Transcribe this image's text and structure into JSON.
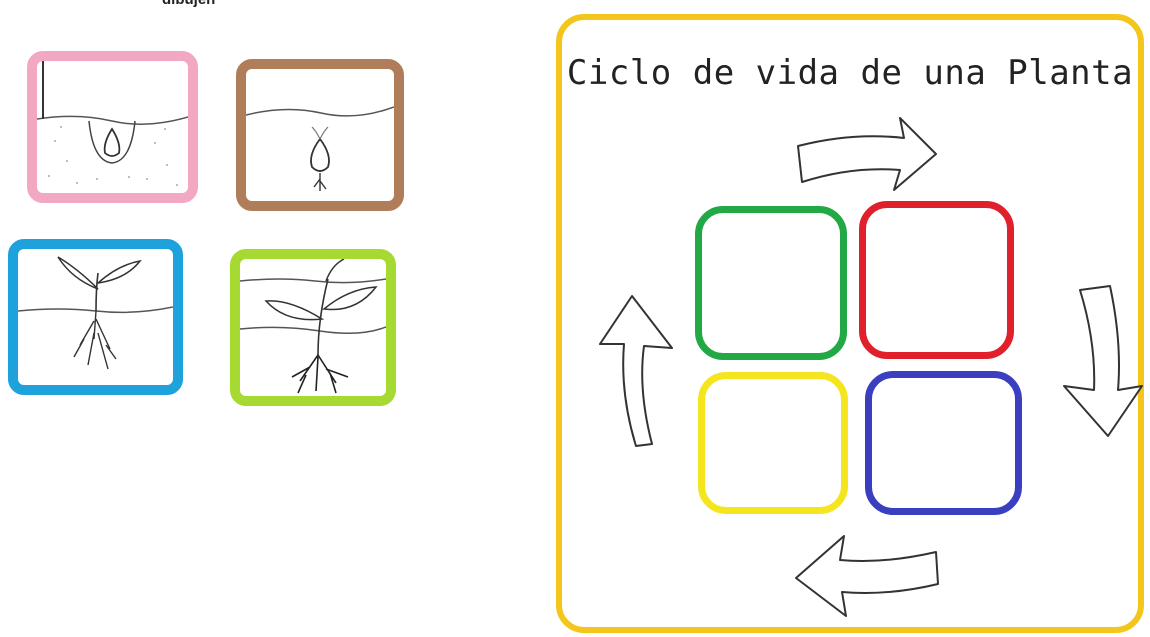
{
  "instruction": "dibujen",
  "board": {
    "title": "Ciclo de vida de una Planta",
    "border_color": "#f4c61c"
  },
  "image_cards": [
    {
      "stage": "seed-in-soil",
      "border_color": "#f2a7c3"
    },
    {
      "stage": "germinating-seed",
      "border_color": "#b07d5a"
    },
    {
      "stage": "seedling-with-roots",
      "border_color": "#1ea2dc"
    },
    {
      "stage": "young-plant-with-roots",
      "border_color": "#a6d932"
    }
  ],
  "cycle_slots": [
    {
      "position": "top-left",
      "border_color": "#22a845"
    },
    {
      "position": "top-right",
      "border_color": "#e0202a"
    },
    {
      "position": "bottom-left",
      "border_color": "#f5e51e"
    },
    {
      "position": "bottom-right",
      "border_color": "#3a3fbf"
    }
  ],
  "cycle_arrows": [
    "arrow-right",
    "arrow-down",
    "arrow-left",
    "arrow-up"
  ]
}
